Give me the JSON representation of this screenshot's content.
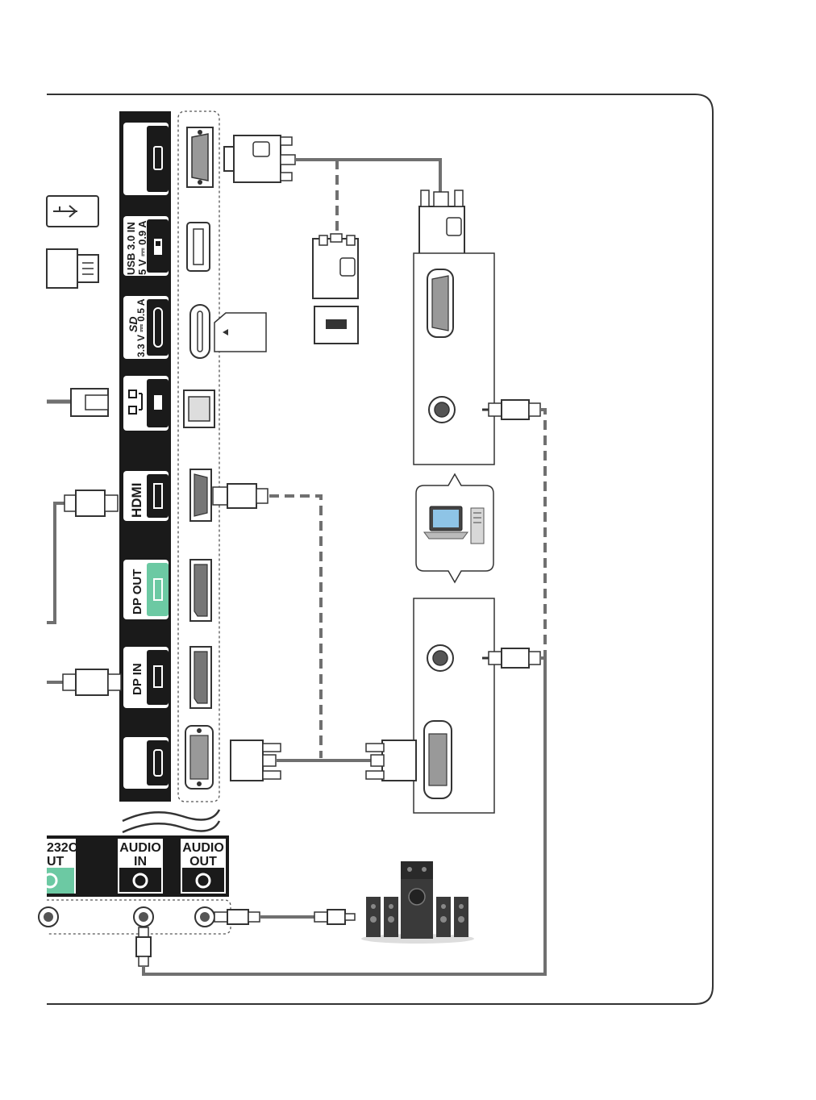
{
  "ports": {
    "usb_label_1": "USB 3.0 IN",
    "usb_label_2": "5 V ⎓ 0.9 A",
    "sd_label": "3.3 V ⎓ 0.5 A",
    "hdmi_label": "HDMI",
    "dp_out_label": "DP OUT",
    "dp_in_label": "DP IN",
    "rs232c_label_1": "232C",
    "rs232c_label_2": "UT",
    "audio_in_label_1": "AUDIO",
    "audio_in_label_2": "IN",
    "audio_out_label_1": "AUDIO",
    "audio_out_label_2": "OUT"
  },
  "colors": {
    "panel": "#1a1a1a",
    "accent_green": "#6cc9a3",
    "cable_gray": "#707070",
    "line_dark": "#3a3a3a"
  },
  "icons": [
    "usb-icon",
    "sd-card-icon",
    "lan-icon",
    "hdmi-port-icon",
    "displayport-icon",
    "dvi-port-icon",
    "rgb-port-icon",
    "audio-jack-icon",
    "laptop-icon",
    "pc-tower-icon",
    "speaker-system-icon",
    "usb-drive-icon",
    "lan-cable-icon"
  ]
}
